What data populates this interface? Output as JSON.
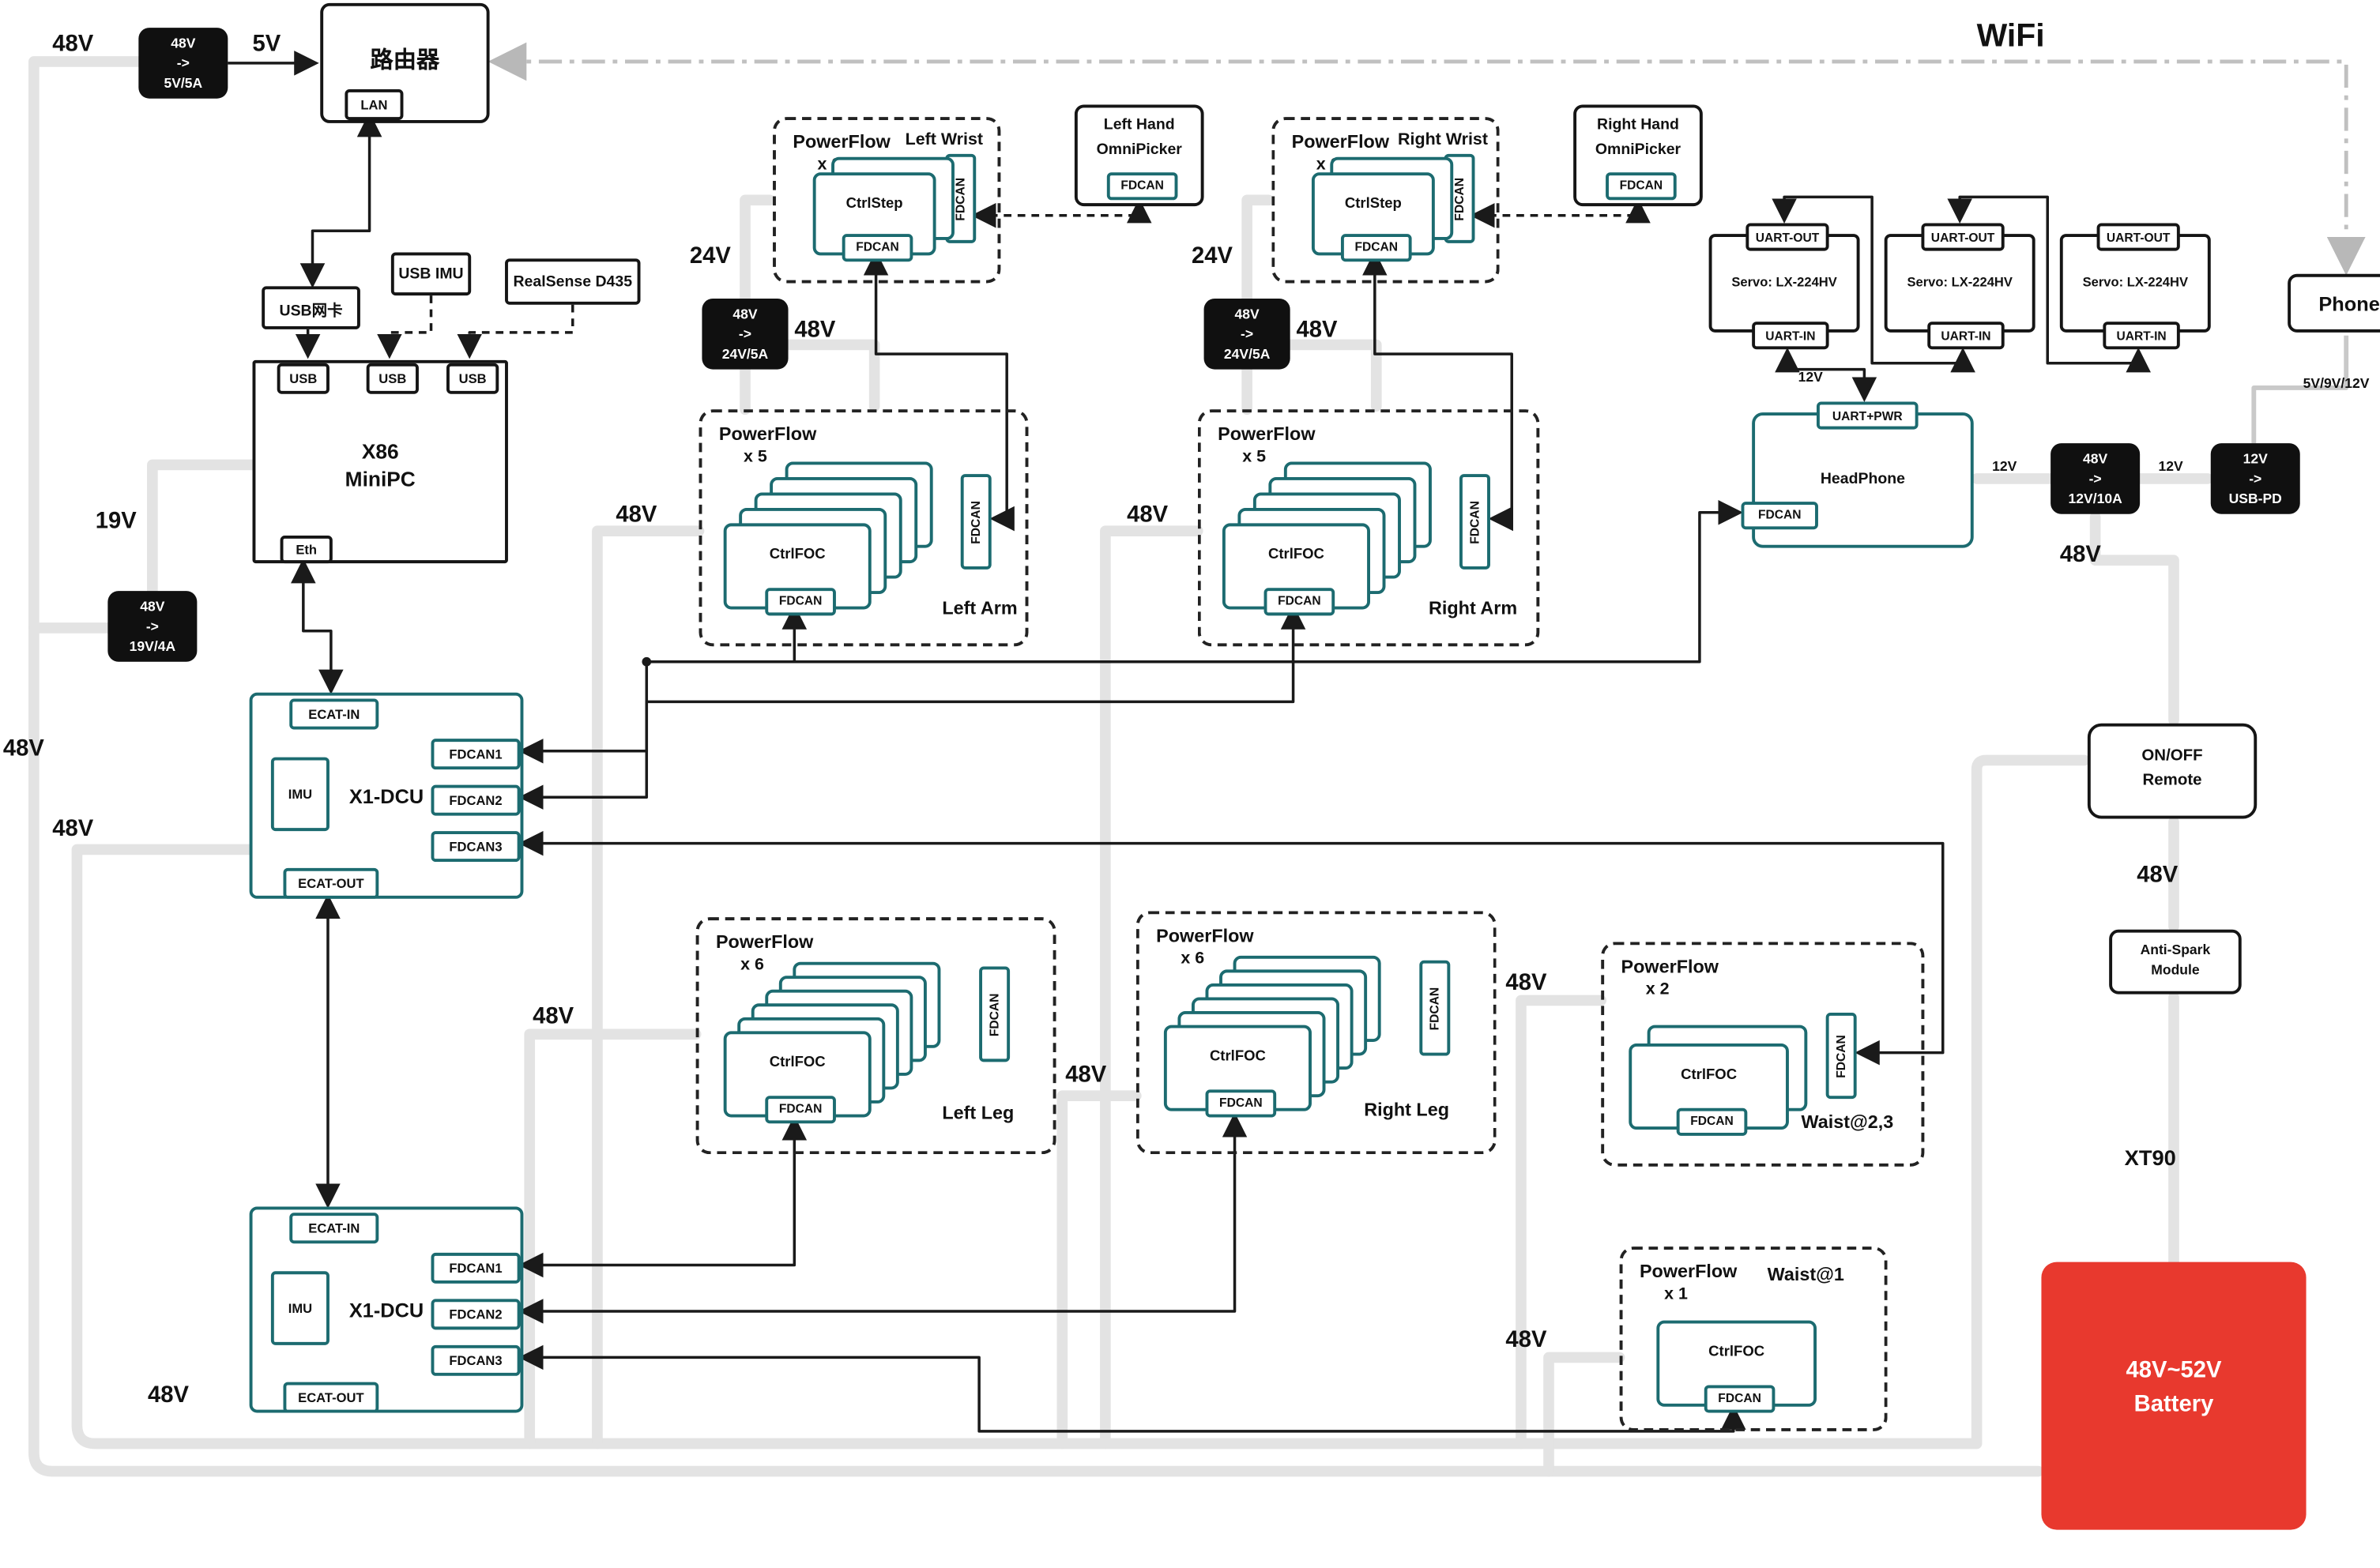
{
  "labels": {
    "v48": "48V",
    "v24": "24V",
    "v19": "19V",
    "v12": "12V",
    "v5": "5V",
    "v5912": "5V/9V/12V",
    "xt90": "XT90",
    "wifi": "WiFi"
  },
  "router": {
    "title": "路由器",
    "lan": "LAN"
  },
  "conv": {
    "c5": {
      "l1": "48V",
      "l2": "->",
      "l3": "5V/5A"
    },
    "c19": {
      "l1": "48V",
      "l2": "->",
      "l3": "19V/4A"
    },
    "c24": {
      "l1": "48V",
      "l2": "->",
      "l3": "24V/5A"
    },
    "c12": {
      "l1": "48V",
      "l2": "->",
      "l3": "12V/10A"
    },
    "cpd": {
      "l1": "12V",
      "l2": "->",
      "l3": "USB-PD"
    }
  },
  "peripherals": {
    "usb_nic": "USB网卡",
    "usb_imu": "USB IMU",
    "realsense": "RealSense D435"
  },
  "pc": {
    "l1": "X86",
    "l2": "MiniPC",
    "usb": "USB",
    "eth": "Eth"
  },
  "dcu": {
    "title": "X1-DCU",
    "ecat_in": "ECAT-IN",
    "ecat_out": "ECAT-OUT",
    "imu": "IMU",
    "fdcan1": "FDCAN1",
    "fdcan2": "FDCAN2",
    "fdcan3": "FDCAN3"
  },
  "powerflow": {
    "title": "PowerFlow",
    "fdcan": "FDCAN",
    "left_wrist": {
      "count": "x 2",
      "name": "Left Wrist",
      "chip": "CtrlStep"
    },
    "right_wrist": {
      "count": "x 2",
      "name": "Right Wrist",
      "chip": "CtrlStep"
    },
    "left_arm": {
      "count": "x 5",
      "name": "Left Arm",
      "chip": "CtrlFOC"
    },
    "right_arm": {
      "count": "x 5",
      "name": "Right Arm",
      "chip": "CtrlFOC"
    },
    "left_leg": {
      "count": "x 6",
      "name": "Left Leg",
      "chip": "CtrlFOC"
    },
    "right_leg": {
      "count": "x 6",
      "name": "Right Leg",
      "chip": "CtrlFOC"
    },
    "waist23": {
      "count": "x 2",
      "name": "Waist@2,3",
      "chip": "CtrlFOC"
    },
    "waist1": {
      "count": "x 1",
      "name": "Waist@1",
      "chip": "CtrlFOC"
    }
  },
  "hands": {
    "left": {
      "l1": "Left Hand",
      "l2": "OmniPicker",
      "fdcan": "FDCAN"
    },
    "right": {
      "l1": "Right Hand",
      "l2": "OmniPicker",
      "fdcan": "FDCAN"
    }
  },
  "servo": {
    "uart_out": "UART-OUT",
    "name": "Servo: LX-224HV",
    "uart_in": "UART-IN"
  },
  "headphone": {
    "uart": "UART+PWR",
    "name": "HeadPhone",
    "fdcan": "FDCAN"
  },
  "phone": {
    "label": "Phone"
  },
  "remote": {
    "l1": "ON/OFF",
    "l2": "Remote"
  },
  "antispark": {
    "l1": "Anti-Spark",
    "l2": "Module"
  },
  "battery": {
    "l1": "48V~52V",
    "l2": "Battery"
  }
}
